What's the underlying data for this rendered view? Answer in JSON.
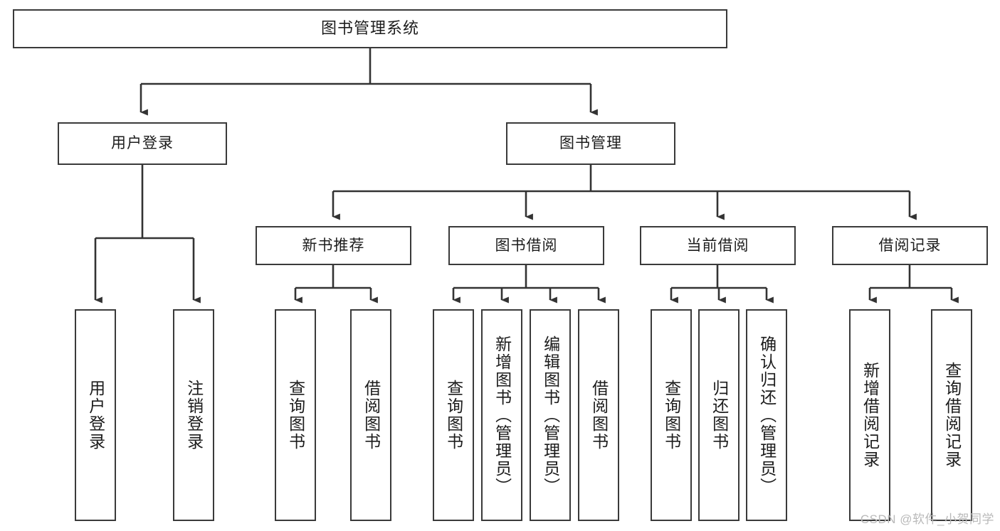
{
  "diagram": {
    "title": "图书管理系统",
    "type": "tree-hierarchy-diagram",
    "colors": {
      "box_border": "#3a3a3a",
      "box_fill": "#ffffff",
      "edge": "#333333",
      "text": "#1c1c1c",
      "watermark": "#b9b9b9"
    },
    "root": {
      "label": "图书管理系统"
    },
    "level2": [
      {
        "label": "用户登录"
      },
      {
        "label": "图书管理"
      }
    ],
    "level3": [
      {
        "label": "新书推荐"
      },
      {
        "label": "图书借阅"
      },
      {
        "label": "当前借阅"
      },
      {
        "label": "借阅记录"
      }
    ],
    "leaves": {
      "user_login": [
        {
          "label": "用户登录"
        },
        {
          "label": "注销登录"
        }
      ],
      "new_book_recommend": [
        {
          "label": "查询图书"
        },
        {
          "label": "借阅图书"
        }
      ],
      "book_borrow": [
        {
          "label": "查询图书"
        },
        {
          "label": "新增图书（管理员）"
        },
        {
          "label": "编辑图书（管理员）"
        },
        {
          "label": "借阅图书"
        }
      ],
      "current_borrow": [
        {
          "label": "查询图书"
        },
        {
          "label": "归还图书"
        },
        {
          "label": "确认归还（管理员）"
        }
      ],
      "borrow_record": [
        {
          "label": "新增借阅记录"
        },
        {
          "label": "查询借阅记录"
        }
      ]
    }
  },
  "watermark": {
    "text": "CSDN @软件_小贺同学"
  }
}
